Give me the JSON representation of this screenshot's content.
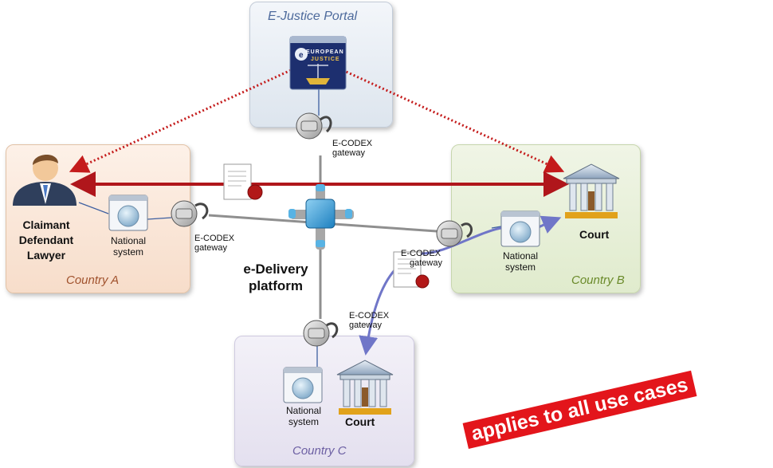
{
  "portal": {
    "title": "E-Justice Portal",
    "logo_text_1": "EUROPEAN",
    "logo_text_2": "JUSTICE"
  },
  "gateway_label_1": "E-CODEX",
  "gateway_label_2": "gateway",
  "platform": {
    "line1": "e-Delivery",
    "line2": "platform"
  },
  "country_a": {
    "label": "Country A",
    "actor_1": "Claimant",
    "actor_2": "Defendant",
    "actor_3": "Lawyer",
    "system_1": "National",
    "system_2": "system"
  },
  "country_b": {
    "label": "Country B",
    "court": "Court",
    "system_1": "National",
    "system_2": "system"
  },
  "country_c": {
    "label": "Country C",
    "court": "Court",
    "system_1": "National",
    "system_2": "system"
  },
  "stamp": "applies to all use cases",
  "colors": {
    "red_arrow": "#b0161b",
    "blue_arrow": "#7076c8",
    "dotted": "#c41b1b",
    "stamp_bg": "#e3151b"
  }
}
